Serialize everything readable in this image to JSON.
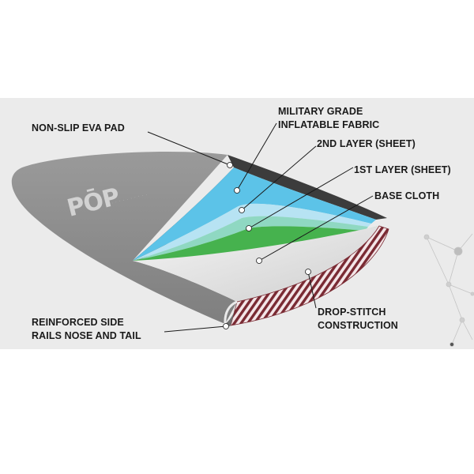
{
  "brand": {
    "logo_text": "PŌP"
  },
  "labels": {
    "eva_pad": "NON-SLIP EVA PAD",
    "fabric_line1": "MILITARY GRADE",
    "fabric_line2": "INFLATABLE FABRIC",
    "layer2": "2ND LAYER (SHEET)",
    "layer1": "1ST LAYER (SHEET)",
    "base_cloth": "BASE CLOTH",
    "dropstitch_line1": "DROP-STITCH",
    "dropstitch_line2": "CONSTRUCTION",
    "rails_line1": "REINFORCED SIDE",
    "rails_line2": "RAILS NOSE AND TAIL"
  },
  "colors": {
    "board_shell": "#8d8d8d",
    "eva_pad": "#3c3c3c",
    "inflatable_fabric": "#5cc3e8",
    "layer2_sheet": "#b7e3f3",
    "layer1_sheet": "#8fd8c2",
    "base_green": "#46b24e",
    "drop_stitch": "#7a2a33",
    "background_band": "#ebebeb"
  }
}
